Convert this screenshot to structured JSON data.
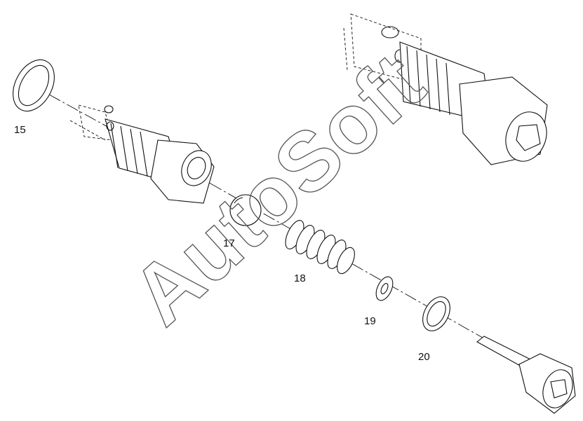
{
  "labels": {
    "p15": "15",
    "p17": "17",
    "p18": "18",
    "p19": "19",
    "p20": "20"
  },
  "watermark": "AutoSoft",
  "colors": {
    "line": "#111111",
    "background": "#ffffff",
    "watermark": "#555555"
  }
}
